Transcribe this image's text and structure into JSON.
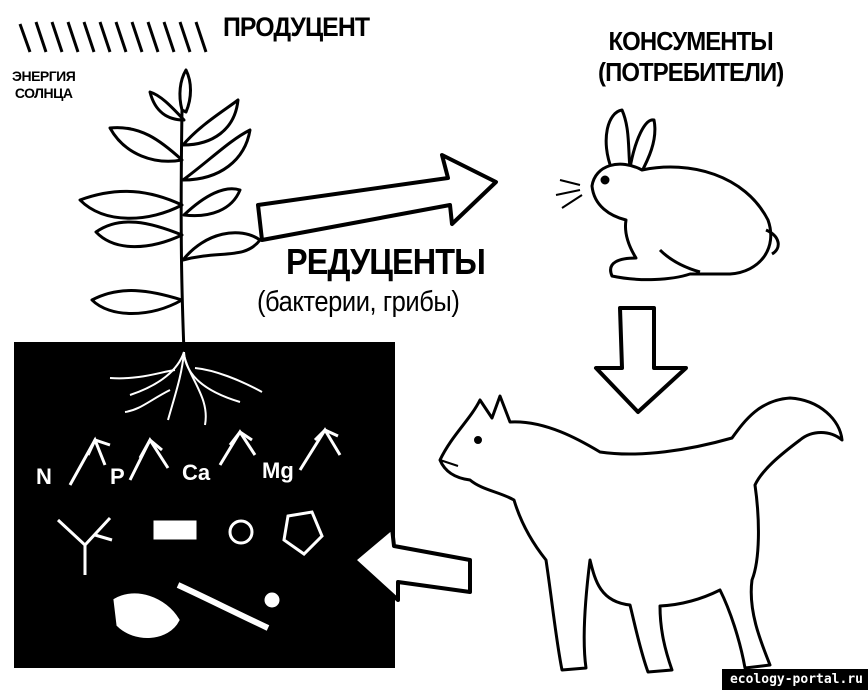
{
  "labels": {
    "producer": "ПРОДУЦЕНТ",
    "energy_line1": "ЭНЕРГИЯ",
    "energy_line2": "СОЛНЦА",
    "consumers_line1": "КОНСУМЕНТЫ",
    "consumers_line2": "(ПОТРЕБИТЕЛИ)",
    "reducers": "РЕДУЦЕНТЫ",
    "reducers_sub": "(бактерии, грибы)"
  },
  "soil_elements": [
    "N",
    "P",
    "Ca",
    "Mg"
  ],
  "watermark": "ecology-portal.ru",
  "colors": {
    "ink": "#000000",
    "paper": "#ffffff"
  }
}
